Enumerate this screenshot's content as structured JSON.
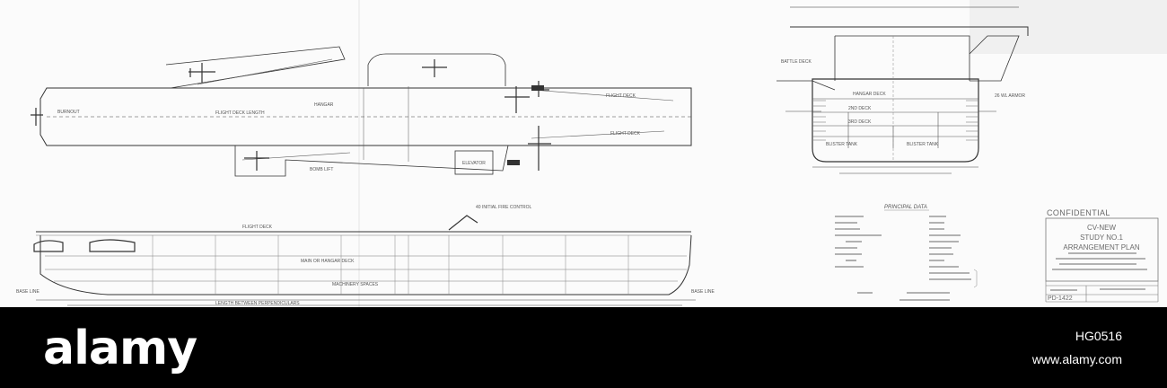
{
  "title_block": {
    "classification": "CONFIDENTIAL",
    "project": "CV-NEW",
    "study": "STUDY NO.1",
    "drawing_title": "ARRANGEMENT PLAN",
    "drawing_number": "PD-1422"
  },
  "principal_data": {
    "heading": "PRINCIPAL DATA"
  },
  "footer": {
    "brand": "alamy",
    "image_id": "HG0516",
    "site": "www.alamy.com"
  }
}
